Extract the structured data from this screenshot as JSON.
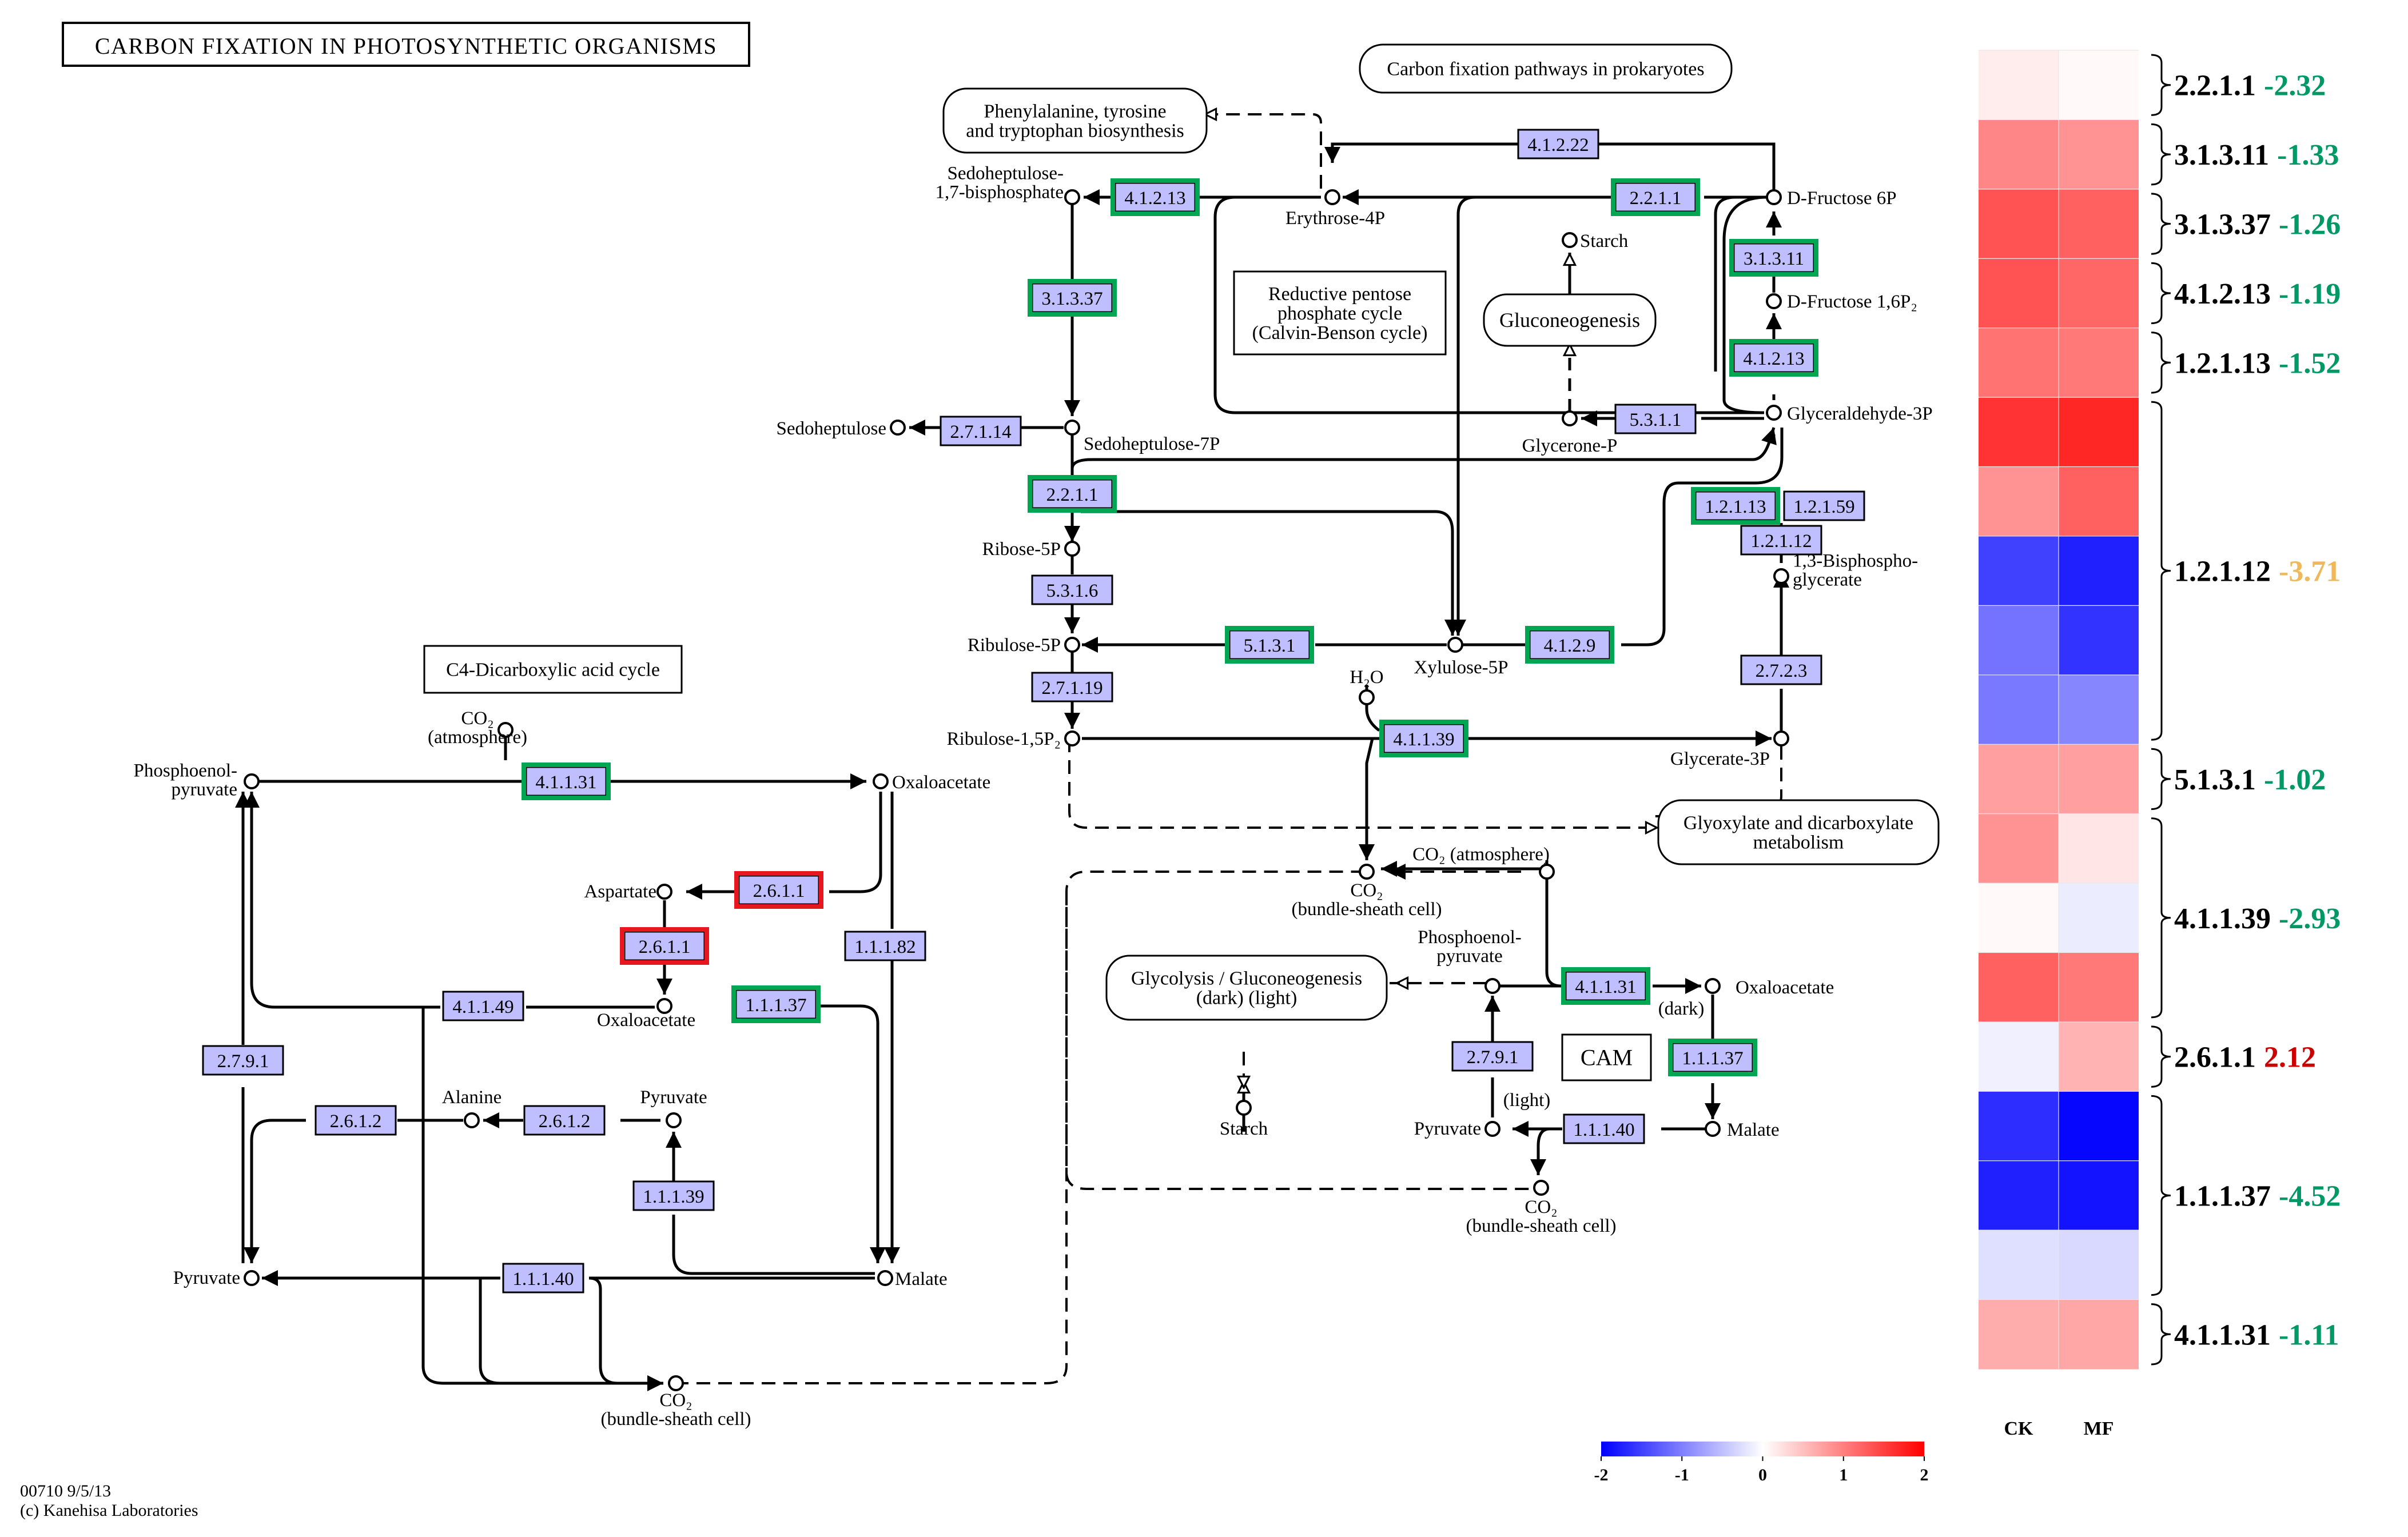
{
  "title": "CARBON FIXATION IN PHOTOSYNTHETIC ORGANISMS",
  "footer": {
    "line1": "00710 9/5/13",
    "line2": "(c) Kanehisa Laboratories"
  },
  "colors": {
    "enzyme_fill": "#BFBFFF",
    "enzyme_border": "#000000",
    "green_border": "#00A651",
    "red_border": "#E8161E",
    "line": "#000000"
  },
  "maps": [
    {
      "id": "prok",
      "lines": [
        "Carbon fixation pathways in prokaryotes"
      ]
    },
    {
      "id": "aromatic",
      "lines": [
        "Phenylalanine, tyrosine",
        "and tryptophan biosynthesis"
      ]
    },
    {
      "id": "gluconeo",
      "lines": [
        "Gluconeogenesis"
      ]
    },
    {
      "id": "glyox",
      "lines": [
        "Glyoxylate and dicarboxylate",
        "metabolism"
      ]
    },
    {
      "id": "glyco",
      "lines": [
        "Glycolysis / Gluconeogenesis",
        "(dark)                (light)"
      ]
    }
  ],
  "boxes": [
    {
      "id": "calvin",
      "lines": [
        "Reductive pentose",
        "phosphate cycle",
        "(Calvin-Benson cycle)"
      ]
    },
    {
      "id": "c4",
      "lines": [
        "C4-Dicarboxylic acid cycle"
      ]
    },
    {
      "id": "cam",
      "lines": [
        "CAM"
      ]
    }
  ],
  "enzymes": [
    {
      "id": "e4122",
      "label": "4.1.2.22",
      "state": "normal"
    },
    {
      "id": "e41213a",
      "label": "4.1.2.13",
      "state": "green"
    },
    {
      "id": "e2211a",
      "label": "2.2.1.1",
      "state": "green"
    },
    {
      "id": "e31311",
      "label": "3.1.3.11",
      "state": "green"
    },
    {
      "id": "e41213b",
      "label": "4.1.2.13",
      "state": "green"
    },
    {
      "id": "e31337",
      "label": "3.1.3.37",
      "state": "green"
    },
    {
      "id": "e27114",
      "label": "2.7.1.14",
      "state": "normal"
    },
    {
      "id": "e5311",
      "label": "5.3.1.1",
      "state": "normal"
    },
    {
      "id": "e2211b",
      "label": "2.2.1.1",
      "state": "green"
    },
    {
      "id": "e12113",
      "label": "1.2.1.13",
      "state": "green"
    },
    {
      "id": "e12159",
      "label": "1.2.1.59",
      "state": "normal"
    },
    {
      "id": "e12112",
      "label": "1.2.1.12",
      "state": "normal"
    },
    {
      "id": "e5316",
      "label": "5.3.1.6",
      "state": "normal"
    },
    {
      "id": "e5131",
      "label": "5.1.3.1",
      "state": "green"
    },
    {
      "id": "e4129",
      "label": "4.1.2.9",
      "state": "green"
    },
    {
      "id": "e2723",
      "label": "2.7.2.3",
      "state": "normal"
    },
    {
      "id": "e27119",
      "label": "2.7.1.19",
      "state": "normal"
    },
    {
      "id": "e41139",
      "label": "4.1.1.39",
      "state": "green"
    },
    {
      "id": "e41131a",
      "label": "4.1.1.31",
      "state": "green"
    },
    {
      "id": "e2611a",
      "label": "2.6.1.1",
      "state": "red"
    },
    {
      "id": "e2611b",
      "label": "2.6.1.1",
      "state": "red"
    },
    {
      "id": "e11182",
      "label": "1.1.1.82",
      "state": "normal"
    },
    {
      "id": "e41149",
      "label": "4.1.1.49",
      "state": "normal"
    },
    {
      "id": "e11137a",
      "label": "1.1.1.37",
      "state": "green"
    },
    {
      "id": "e2791a",
      "label": "2.7.9.1",
      "state": "normal"
    },
    {
      "id": "e2612a",
      "label": "2.6.1.2",
      "state": "normal"
    },
    {
      "id": "e2612b",
      "label": "2.6.1.2",
      "state": "normal"
    },
    {
      "id": "e11139",
      "label": "1.1.1.39",
      "state": "normal"
    },
    {
      "id": "e11140a",
      "label": "1.1.1.40",
      "state": "normal"
    },
    {
      "id": "e41131b",
      "label": "4.1.1.31",
      "state": "green"
    },
    {
      "id": "e2791b",
      "label": "2.7.9.1",
      "state": "normal"
    },
    {
      "id": "e11137b",
      "label": "1.1.1.37",
      "state": "green"
    },
    {
      "id": "e11140b",
      "label": "1.1.1.40",
      "state": "normal"
    }
  ],
  "compounds": [
    {
      "id": "sbp",
      "lines": [
        "Sedoheptulose-",
        "1,7-bisphosphate"
      ]
    },
    {
      "id": "e4p",
      "lines": [
        "Erythrose-4P"
      ]
    },
    {
      "id": "f6p",
      "lines": [
        "D-Fructose 6P"
      ]
    },
    {
      "id": "starch1",
      "lines": [
        "Starch"
      ]
    },
    {
      "id": "fbp",
      "lines": [
        "D-Fructose 1,6P₂"
      ]
    },
    {
      "id": "sed",
      "lines": [
        "Sedoheptulose"
      ]
    },
    {
      "id": "s7p",
      "lines": [
        "Sedoheptulose-7P"
      ]
    },
    {
      "id": "g3p",
      "lines": [
        "Glyceraldehyde-3P"
      ]
    },
    {
      "id": "dhap",
      "lines": [
        "Glycerone-P"
      ]
    },
    {
      "id": "r5p",
      "lines": [
        "Ribose-5P"
      ]
    },
    {
      "id": "bpg",
      "lines": [
        "1,3-Bisphospho-",
        "glycerate"
      ]
    },
    {
      "id": "ru5p",
      "lines": [
        "Ribulose-5P"
      ]
    },
    {
      "id": "x5p",
      "lines": [
        "Xylulose-5P"
      ]
    },
    {
      "id": "h2o",
      "lines": [
        "H₂O"
      ]
    },
    {
      "id": "rubp",
      "lines": [
        "Ribulose-1,5P₂"
      ]
    },
    {
      "id": "g3pa",
      "lines": [
        "Glycerate-3P"
      ]
    },
    {
      "id": "co2atm1",
      "lines": [
        "CO₂",
        "(atmosphere)"
      ]
    },
    {
      "id": "pep1",
      "lines": [
        "Phosphoenol-",
        "pyruvate"
      ]
    },
    {
      "id": "oaa1",
      "lines": [
        "Oxaloacetate"
      ]
    },
    {
      "id": "asp",
      "lines": [
        "Aspartate"
      ]
    },
    {
      "id": "co2bs1",
      "lines": [
        "CO₂",
        "(bundle-sheath cell)"
      ]
    },
    {
      "id": "co2atm2",
      "lines": [
        "CO₂ (atmosphere)"
      ]
    },
    {
      "id": "oaa2",
      "lines": [
        "Oxaloacetate"
      ]
    },
    {
      "id": "pep2",
      "lines": [
        "Phosphoenol-",
        "pyruvate"
      ]
    },
    {
      "id": "oaa3",
      "lines": [
        "Oxaloacetate"
      ]
    },
    {
      "id": "ala",
      "lines": [
        "Alanine"
      ]
    },
    {
      "id": "pyr1",
      "lines": [
        "Pyruvate"
      ]
    },
    {
      "id": "pyr2",
      "lines": [
        "Pyruvate"
      ]
    },
    {
      "id": "mal1",
      "lines": [
        "Malate"
      ]
    },
    {
      "id": "co2bs2",
      "lines": [
        "CO₂",
        "(bundle-sheath cell)"
      ]
    },
    {
      "id": "starch2",
      "lines": [
        "Starch"
      ]
    },
    {
      "id": "pyr3",
      "lines": [
        "Pyruvate"
      ]
    },
    {
      "id": "mal2",
      "lines": [
        "Malate"
      ]
    },
    {
      "id": "co2bs3",
      "lines": [
        "CO₂",
        "(bundle-sheath cell)"
      ]
    }
  ],
  "annotations": [
    {
      "id": "dark",
      "text": "(dark)"
    },
    {
      "id": "light",
      "text": "(light)"
    }
  ],
  "heatmap": {
    "columns": [
      "CK",
      "MF"
    ],
    "colorbar": {
      "ticks": [
        "-2",
        "-1",
        "0",
        "1",
        "2"
      ],
      "min": -2,
      "max": 2,
      "low_color": "#0000FF",
      "mid_color": "#FFFFFF",
      "high_color": "#FF0000"
    },
    "rows": [
      {
        "ck": 0.15,
        "mf": 0.05
      },
      {
        "ck": 0.95,
        "mf": 0.85
      },
      {
        "ck": 1.35,
        "mf": 1.25
      },
      {
        "ck": 1.35,
        "mf": 1.2
      },
      {
        "ck": 1.1,
        "mf": 1.05
      },
      {
        "ck": 1.6,
        "mf": 1.7
      },
      {
        "ck": 0.85,
        "mf": 1.25
      },
      {
        "ck": -1.5,
        "mf": -1.75
      },
      {
        "ck": -1.1,
        "mf": -1.6
      },
      {
        "ck": -1.05,
        "mf": -0.95
      },
      {
        "ck": 0.75,
        "mf": 0.75
      },
      {
        "ck": 0.85,
        "mf": 0.2
      },
      {
        "ck": 0.05,
        "mf": -0.15
      },
      {
        "ck": 1.25,
        "mf": 1.05
      },
      {
        "ck": -0.12,
        "mf": 0.6
      },
      {
        "ck": -1.65,
        "mf": -1.95
      },
      {
        "ck": -1.75,
        "mf": -1.85
      },
      {
        "ck": -0.25,
        "mf": -0.3
      },
      {
        "ck": 0.65,
        "mf": 0.7
      }
    ],
    "groups": [
      {
        "ec": "2.2.1.1",
        "fc": "-2.32",
        "color": "#009966"
      },
      {
        "ec": "3.1.3.11",
        "fc": "-1.33",
        "color": "#009966"
      },
      {
        "ec": "3.1.3.37",
        "fc": "-1.26",
        "color": "#009966"
      },
      {
        "ec": "4.1.2.13",
        "fc": "-1.19",
        "color": "#009966"
      },
      {
        "ec": "1.2.1.13",
        "fc": "-1.52",
        "color": "#009966"
      },
      {
        "ec": "1.2.1.12",
        "fc": "-3.71",
        "color": "#F0B85A"
      },
      {
        "ec": "5.1.3.1",
        "fc": "-1.02",
        "color": "#009966"
      },
      {
        "ec": "4.1.1.39",
        "fc": "-2.93",
        "color": "#009966"
      },
      {
        "ec": "2.6.1.1",
        "fc": "2.12",
        "color": "#CC0000"
      },
      {
        "ec": "1.1.1.37",
        "fc": "-4.52",
        "color": "#009966"
      },
      {
        "ec": "4.1.1.31",
        "fc": "-1.11",
        "color": "#009966"
      }
    ]
  }
}
